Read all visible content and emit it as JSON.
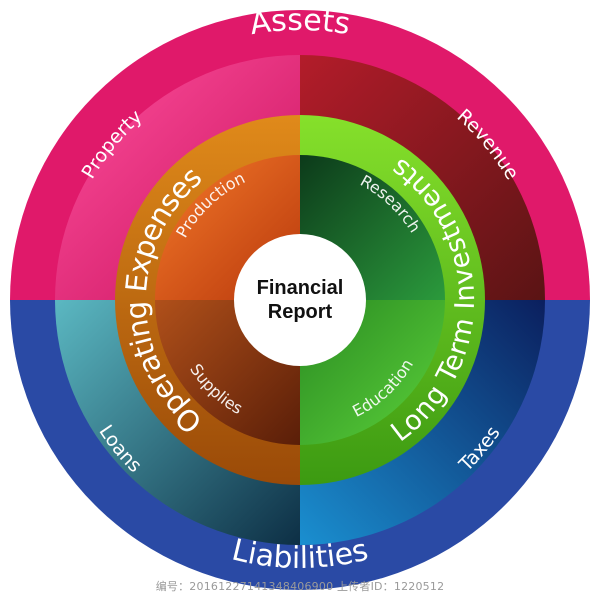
{
  "outer": {
    "top_label": "Assets",
    "bottom_label": "Liabilities"
  },
  "ring": {
    "property": "Property",
    "revenue": "Revenue",
    "loans": "Loans",
    "taxes": "Taxes"
  },
  "band": {
    "operating_expenses": "Operating Expenses",
    "long_term_investments": "Long Term Investments"
  },
  "inner": {
    "production": "Production",
    "research": "Research",
    "supplies": "Supplies",
    "education": "Education"
  },
  "center": {
    "line1": "Financial",
    "line2": "Report"
  },
  "watermark": {
    "text": "编号：20161227141348406900 上传者ID：1220512"
  },
  "colors": {
    "assets_band": "#e0196a",
    "liabilities_band": "#2a4aa5",
    "property": "#ff3f8f",
    "revenue": "#8a1d1d",
    "loans": "#3a8f9c",
    "taxes": "#1a3f8a",
    "operating_band": "#c66a0a",
    "investment_band": "#6cc11d",
    "production": "#e55d12",
    "research": "#1a6e34",
    "supplies": "#8a3a0f",
    "education": "#38a82a"
  }
}
